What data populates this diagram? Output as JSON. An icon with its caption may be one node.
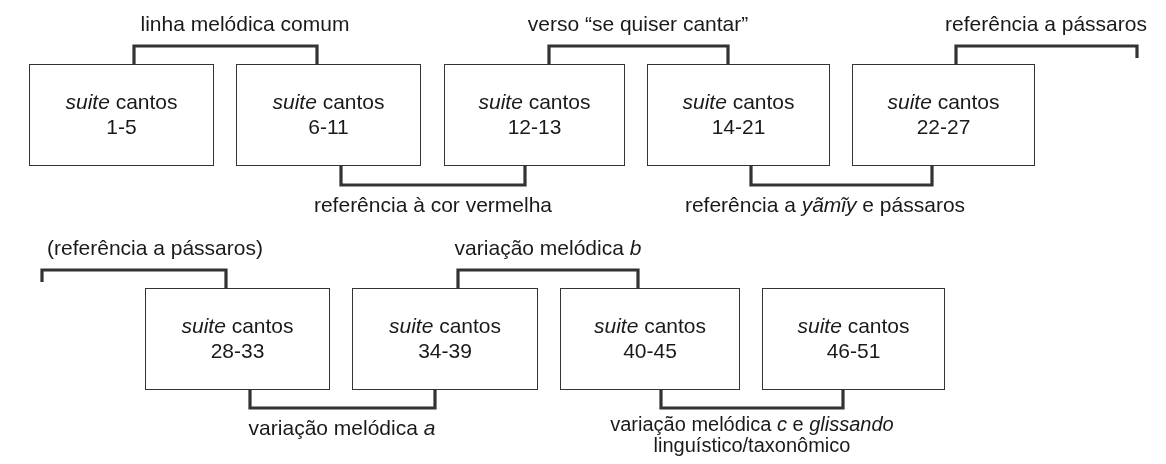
{
  "diagram": {
    "nodes": [
      {
        "text": [
          "*suite* cantos 1-5"
        ]
      },
      {
        "text": [
          "*suite* cantos 6-11"
        ]
      },
      {
        "text": [
          "*suite* cantos 12-13"
        ]
      },
      {
        "text": [
          "*suite* cantos 14-21"
        ]
      },
      {
        "text": [
          "*suite* cantos 22-27"
        ]
      },
      {
        "text": [
          "*suite* cantos 28-33"
        ]
      },
      {
        "text": [
          "*suite* cantos 34-39"
        ]
      },
      {
        "text": [
          "*suite* cantos 40-45"
        ]
      },
      {
        "text": [
          "*suite* cantos 46-51"
        ]
      }
    ],
    "edges": [
      {
        "from": 0,
        "to": 1,
        "arrow": "none",
        "label": "linha melódica comum"
      },
      {
        "from": 2,
        "to": 3,
        "arrow": "none",
        "label": "verso “se quiser cantar”"
      },
      {
        "from": 4,
        "to": null,
        "arrow": "none",
        "label": "referência a pássaros"
      },
      {
        "from": 1,
        "to": 2,
        "arrow": "none",
        "label": "referência à cor vermelha"
      },
      {
        "from": 3,
        "to": 4,
        "arrow": "none",
        "label": "referência a *yãmĩy* e pássaros"
      },
      {
        "from": null,
        "to": 5,
        "arrow": "none",
        "label": "(referência a pássaros)"
      },
      {
        "from": 6,
        "to": 7,
        "arrow": "none",
        "label": "variação melódica *b*"
      },
      {
        "from": 5,
        "to": 6,
        "arrow": "none",
        "label": "variação melódica *a*"
      },
      {
        "from": 7,
        "to": 8,
        "arrow": "none",
        "label": "variação melódica *c* e *glissando* linguístico/taxonômico"
      }
    ]
  }
}
